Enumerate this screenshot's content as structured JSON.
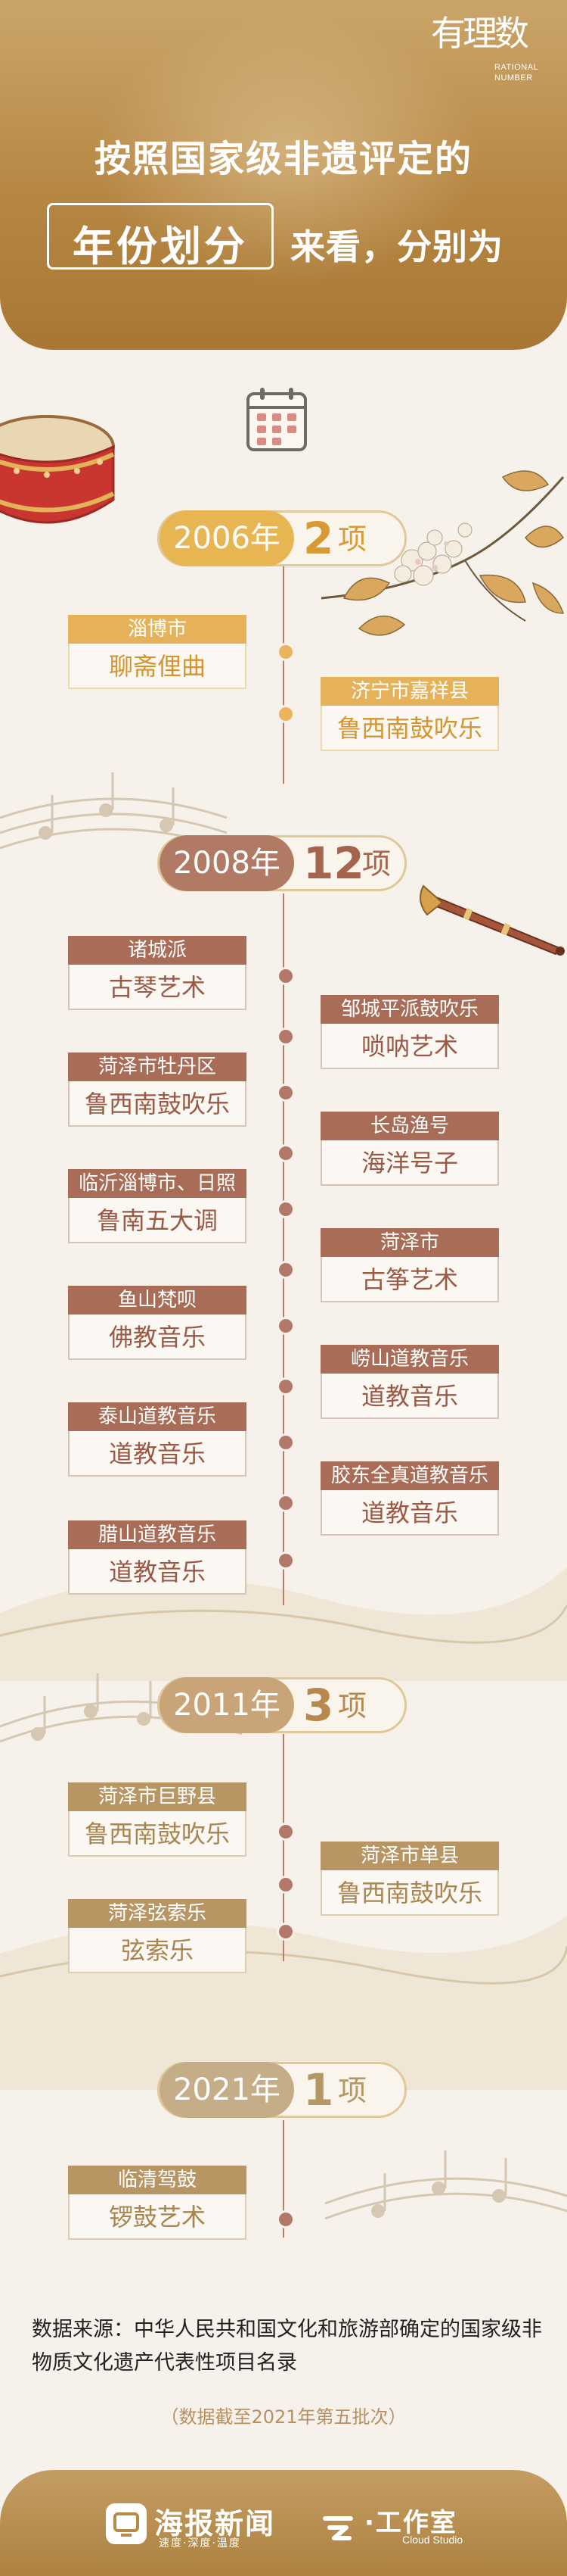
{
  "brand": {
    "logo_chars": "有理数",
    "logo_en": "RATIONAL NUMBER"
  },
  "header": {
    "headline": "按照国家级非遗评定的",
    "highlight": "年份划分",
    "highlight_after": "来看，分别为"
  },
  "colors": {
    "header_gold": "#b68743",
    "dot_gold": "#e9b45a",
    "brown": "#a86c57",
    "tan": "#b79664"
  },
  "sections": [
    {
      "year": "2006年",
      "count": "2",
      "unit": "项",
      "items": [
        {
          "region": "淄博市",
          "name": "聊斋俚曲"
        },
        {
          "region": "济宁市嘉祥县",
          "name": "鲁西南鼓吹乐"
        }
      ]
    },
    {
      "year": "2008年",
      "count": "12",
      "unit": "项",
      "items": [
        {
          "region": "诸城派",
          "name": "古琴艺术"
        },
        {
          "region": "邹城平派鼓吹乐",
          "name": "唢呐艺术"
        },
        {
          "region": "菏泽市牡丹区",
          "name": "鲁西南鼓吹乐"
        },
        {
          "region": "长岛渔号",
          "name": "海洋号子"
        },
        {
          "region": "临沂淄博市、日照",
          "name": "鲁南五大调"
        },
        {
          "region": "菏泽市",
          "name": "古筝艺术"
        },
        {
          "region": "鱼山梵呗",
          "name": "佛教音乐"
        },
        {
          "region": "崂山道教音乐",
          "name": "道教音乐"
        },
        {
          "region": "泰山道教音乐",
          "name": "道教音乐"
        },
        {
          "region": "胶东全真道教音乐",
          "name": "道教音乐"
        },
        {
          "region": "腊山道教音乐",
          "name": "道教音乐"
        }
      ]
    },
    {
      "year": "2011年",
      "count": "3",
      "unit": "项",
      "items": [
        {
          "region": "菏泽市巨野县",
          "name": "鲁西南鼓吹乐"
        },
        {
          "region": "菏泽市单县",
          "name": "鲁西南鼓吹乐"
        },
        {
          "region": "菏泽弦索乐",
          "name": "弦索乐"
        }
      ]
    },
    {
      "year": "2021年",
      "count": "1",
      "unit": "项",
      "items": [
        {
          "region": "临清驾鼓",
          "name": "锣鼓艺术"
        }
      ]
    }
  ],
  "source": {
    "label": "数据来源：",
    "text": "中华人民共和国文化和旅游部确定的国家级非物质文化遗产代表性项目名录",
    "note": "（数据截至2021年第五批次）"
  },
  "footer": {
    "logo1_name": "海报新闻",
    "logo1_tag": "速度·深度·温度",
    "logo2_name": "·工作室",
    "logo2_tag": "Cloud Studio"
  },
  "icons": [
    "calendar-icon",
    "drum-illustration",
    "flower-branch-illustration",
    "suona-horn-illustration",
    "music-notes-decoration"
  ]
}
